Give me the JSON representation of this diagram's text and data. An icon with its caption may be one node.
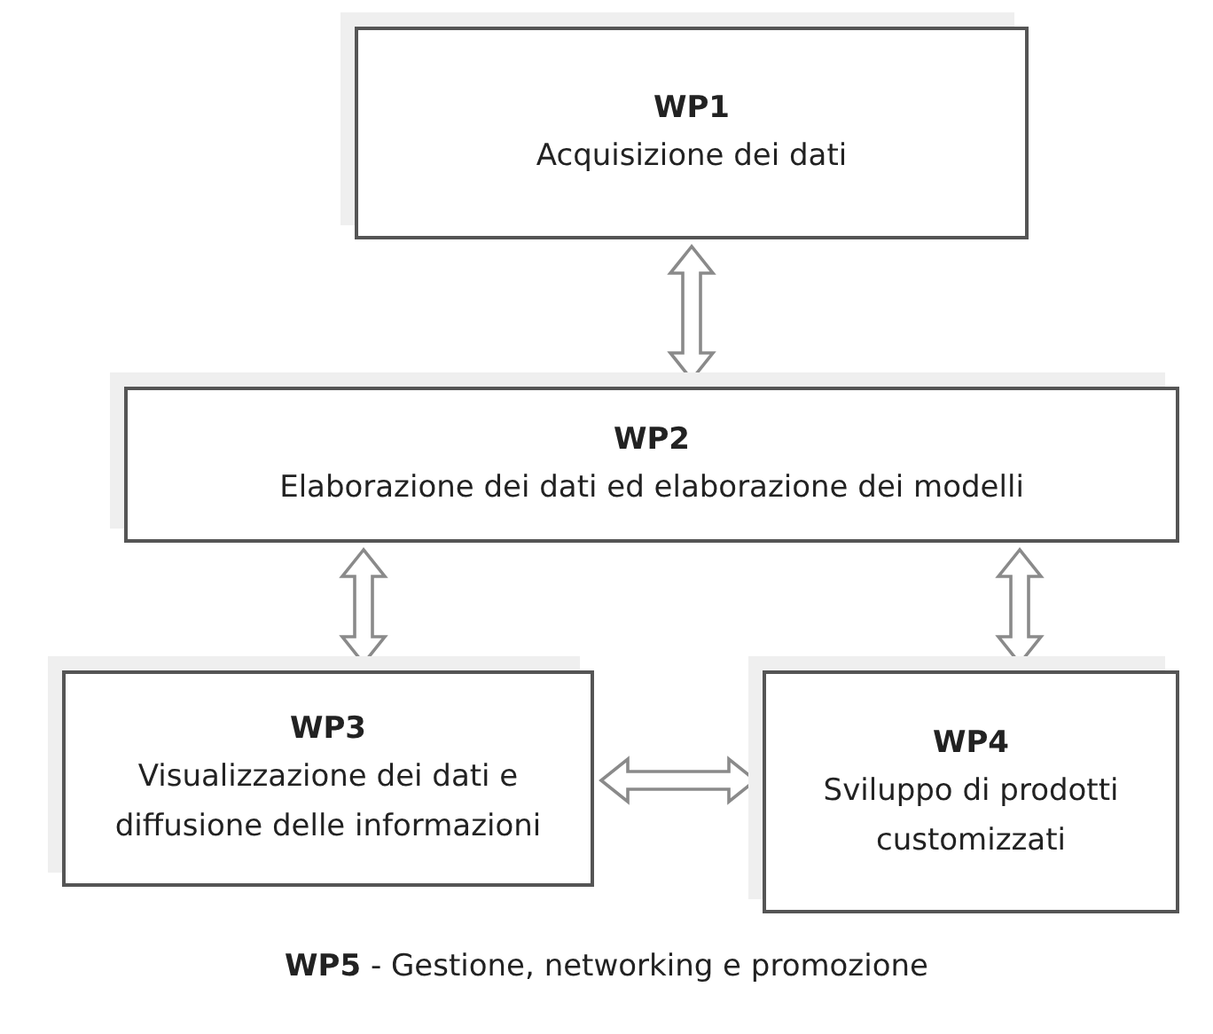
{
  "diagram": {
    "nodes": [
      {
        "text": [
          "WP1",
          "Acquisizione dei dati"
        ]
      },
      {
        "text": [
          "WP2",
          "Elaborazione dei dati ed elaborazione dei modelli"
        ]
      },
      {
        "text": [
          "WP3",
          "Visualizzazione dei dati e diffusione delle informazioni"
        ]
      },
      {
        "text": [
          "WP4",
          "Sviluppo di prodotti customizzati"
        ]
      }
    ],
    "edges": [
      {
        "from": 0,
        "to": 1,
        "arrow": "both"
      },
      {
        "from": 1,
        "to": 2,
        "arrow": "both"
      },
      {
        "from": 1,
        "to": 3,
        "arrow": "both"
      },
      {
        "from": 2,
        "to": 3,
        "arrow": "both"
      }
    ],
    "labels": [
      "**WP5** - Gestione, networking e promozione"
    ]
  }
}
